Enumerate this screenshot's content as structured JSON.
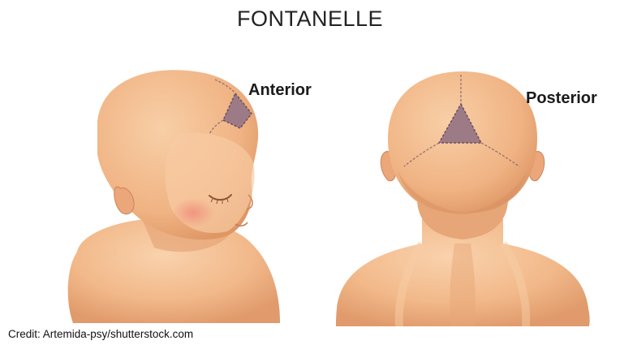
{
  "title": "FONTANELLE",
  "labels": {
    "anterior": "Anterior",
    "posterior": "Posterior"
  },
  "credit": "Credit: Artemida-psy/shutterstock.com",
  "colors": {
    "skin": "#f2b98a",
    "skin_shadow": "#e3a072",
    "skin_light": "#f9d5b2",
    "fontanelle": "#9c7a86",
    "text": "#222222"
  }
}
